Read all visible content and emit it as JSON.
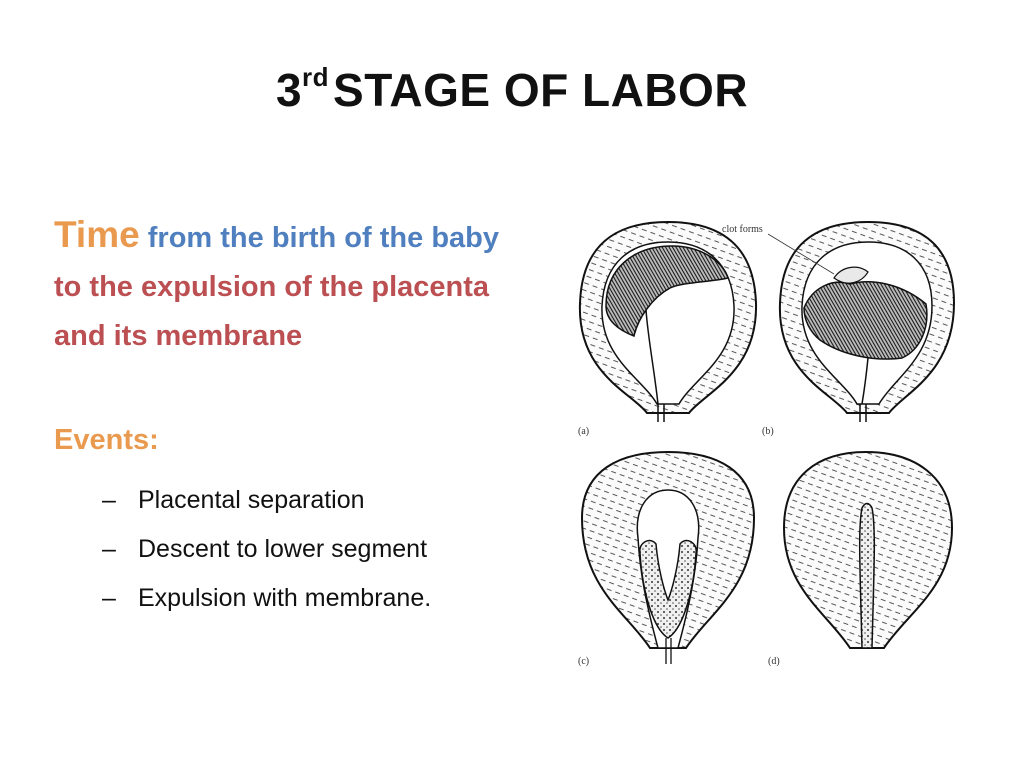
{
  "slide": {
    "title_number": "3",
    "title_superscript": "rd",
    "title_rest": "STAGE OF LABOR"
  },
  "definition": {
    "term": "Time",
    "part1": "from the birth of the",
    "part2": "baby",
    "part3": "to the expulsion of the placenta and its membrane"
  },
  "events": {
    "heading": "Events:",
    "items": [
      "Placental separation",
      "Descent to lower segment",
      "Expulsion with membrane."
    ]
  },
  "figure": {
    "annotation": "clot forms",
    "panel_labels": [
      "(a)",
      "(b)",
      "(c)",
      "(d)"
    ]
  },
  "colors": {
    "title": "#111111",
    "orange": "#e99a4f",
    "blue": "#4f7fbf",
    "red": "#bb4f52",
    "bullet_text": "#111111"
  }
}
